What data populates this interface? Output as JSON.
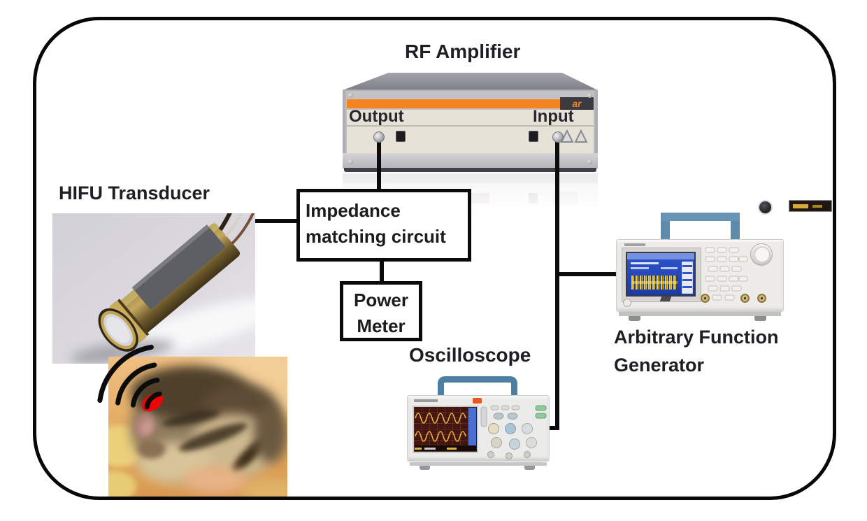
{
  "figure": {
    "rf_amplifier": {
      "title": "RF Amplifier",
      "output_label": "Output",
      "input_label": "Input",
      "brand_logo": "ar"
    },
    "hifu_transducer": {
      "label": "HIFU Transducer"
    },
    "impedance_matching": {
      "line1": "Impedance",
      "line2": "matching circuit"
    },
    "power_meter": {
      "line1": "Power",
      "line2": "Meter"
    },
    "oscilloscope": {
      "label": "Oscilloscope"
    },
    "function_generator": {
      "line1": "Arbitrary Function",
      "line2": "Generator"
    },
    "colors": {
      "cable_black": "#0c0c0c",
      "accent_orange": "#f5831f",
      "target_red": "#ee0606",
      "handle_blue": "#4d7fa3",
      "scope_screen_maroon": "#43150e",
      "afg_screen_blue": "#2a4fc0",
      "waveform_yellow": "#f0b040"
    }
  }
}
